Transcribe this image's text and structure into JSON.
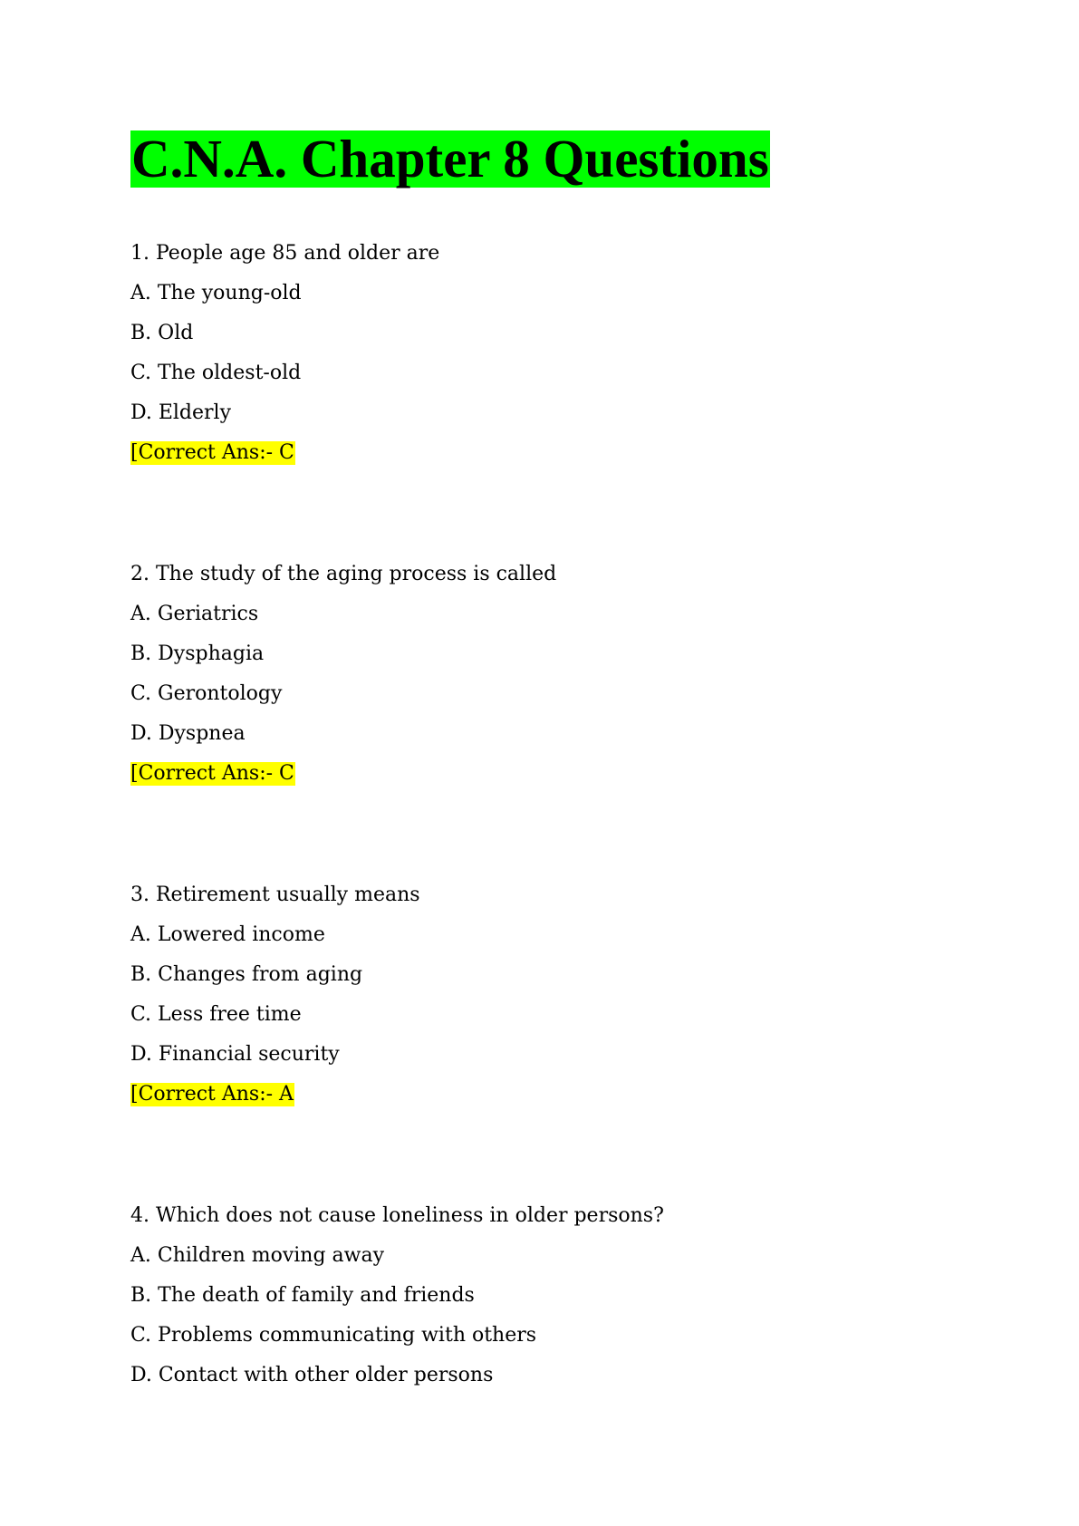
{
  "title": "C.N.A. Chapter 8 Questions",
  "colors": {
    "title_highlight": "#00ff00",
    "answer_highlight": "#ffff00",
    "text": "#000000"
  },
  "questions": [
    {
      "prompt": "1. People age 85 and older are",
      "options": [
        "A. The young-old",
        "B. Old",
        "C. The oldest-old",
        "D. Elderly"
      ],
      "answer": "[Correct Ans:- C"
    },
    {
      "prompt": "2. The study of the aging process is called",
      "options": [
        "A. Geriatrics",
        "B. Dysphagia",
        "C. Gerontology",
        "D. Dyspnea"
      ],
      "answer": "[Correct Ans:- C"
    },
    {
      "prompt": "3. Retirement usually means",
      "options": [
        "A. Lowered income",
        "B. Changes from aging",
        "C. Less free time",
        "D. Financial security"
      ],
      "answer": "[Correct Ans:- A"
    },
    {
      "prompt": "4. Which does not cause loneliness in older persons?",
      "options": [
        "A. Children moving away",
        "B. The death of family and friends",
        "C. Problems communicating with others",
        "D. Contact with other older persons"
      ]
    }
  ]
}
